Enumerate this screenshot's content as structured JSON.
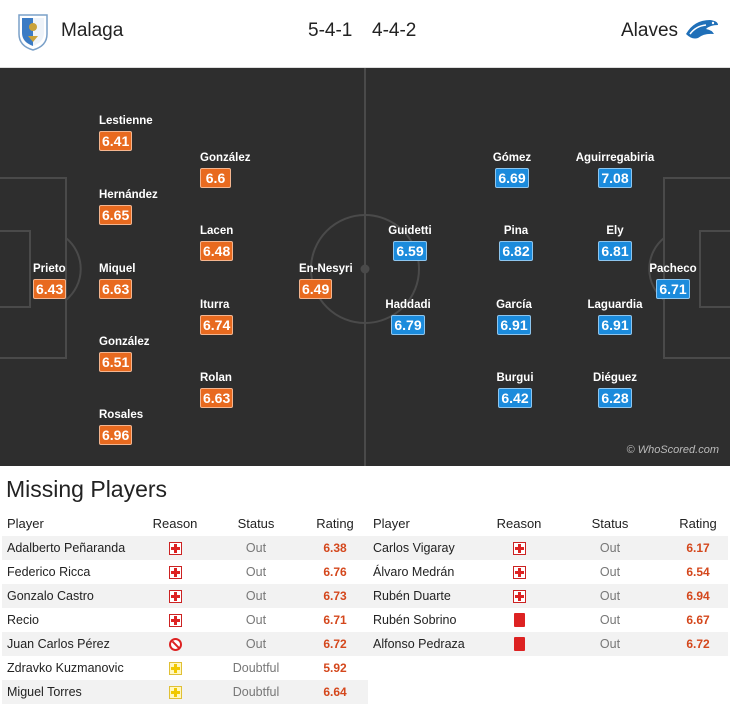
{
  "header": {
    "home_team": "Malaga",
    "home_formation": "5-4-1",
    "away_formation": "4-4-2",
    "away_team": "Alaves",
    "home_crest_icon": "malaga-crest-icon",
    "away_crest_icon": "alaves-crest-icon"
  },
  "pitch": {
    "watermark": "© WhoScored.com",
    "home_players": [
      {
        "name": "Lestienne",
        "rating": "6.41"
      },
      {
        "name": "González",
        "rating": "6.6"
      },
      {
        "name": "Hernández",
        "rating": "6.65"
      },
      {
        "name": "Lacen",
        "rating": "6.48"
      },
      {
        "name": "Prieto",
        "rating": "6.43"
      },
      {
        "name": "Miquel",
        "rating": "6.63"
      },
      {
        "name": "En-Nesyri",
        "rating": "6.49"
      },
      {
        "name": "Iturra",
        "rating": "6.74"
      },
      {
        "name": "González",
        "rating": "6.51"
      },
      {
        "name": "Rolan",
        "rating": "6.63"
      },
      {
        "name": "Rosales",
        "rating": "6.96"
      }
    ],
    "away_players": [
      {
        "name": "Gómez",
        "rating": "6.69"
      },
      {
        "name": "Aguirregabiria",
        "rating": "7.08"
      },
      {
        "name": "Guidetti",
        "rating": "6.59"
      },
      {
        "name": "Pina",
        "rating": "6.82"
      },
      {
        "name": "Ely",
        "rating": "6.81"
      },
      {
        "name": "Pacheco",
        "rating": "6.71"
      },
      {
        "name": "Haddadi",
        "rating": "6.79"
      },
      {
        "name": "García",
        "rating": "6.91"
      },
      {
        "name": "Laguardia",
        "rating": "6.91"
      },
      {
        "name": "Burgui",
        "rating": "6.42"
      },
      {
        "name": "Diéguez",
        "rating": "6.28"
      }
    ]
  },
  "missing": {
    "title": "Missing Players",
    "columns": {
      "player": "Player",
      "reason": "Reason",
      "status": "Status",
      "rating": "Rating"
    },
    "home": [
      {
        "player": "Adalberto Peñaranda",
        "reason": "injury",
        "status": "Out",
        "rating": "6.38"
      },
      {
        "player": "Federico Ricca",
        "reason": "injury",
        "status": "Out",
        "rating": "6.76"
      },
      {
        "player": "Gonzalo Castro",
        "reason": "injury",
        "status": "Out",
        "rating": "6.73"
      },
      {
        "player": "Recio",
        "reason": "injury",
        "status": "Out",
        "rating": "6.71"
      },
      {
        "player": "Juan Carlos Pérez",
        "reason": "suspended",
        "status": "Out",
        "rating": "6.72"
      },
      {
        "player": "Zdravko Kuzmanovic",
        "reason": "doubtful",
        "status": "Doubtful",
        "rating": "5.92"
      },
      {
        "player": "Miguel Torres",
        "reason": "doubtful",
        "status": "Doubtful",
        "rating": "6.64"
      }
    ],
    "away": [
      {
        "player": "Carlos Vigaray",
        "reason": "injury",
        "status": "Out",
        "rating": "6.17"
      },
      {
        "player": "Álvaro Medrán",
        "reason": "injury",
        "status": "Out",
        "rating": "6.54"
      },
      {
        "player": "Rubén Duarte",
        "reason": "injury",
        "status": "Out",
        "rating": "6.94"
      },
      {
        "player": "Rubén Sobrino",
        "reason": "red-card",
        "status": "Out",
        "rating": "6.67"
      },
      {
        "player": "Alfonso Pedraza",
        "reason": "red-card",
        "status": "Out",
        "rating": "6.72"
      }
    ]
  },
  "colors": {
    "home_rating": "#e86a1f",
    "away_rating": "#1b8bdc",
    "pitch": "#2e2e2e",
    "missing_rating": "#d4471c"
  }
}
